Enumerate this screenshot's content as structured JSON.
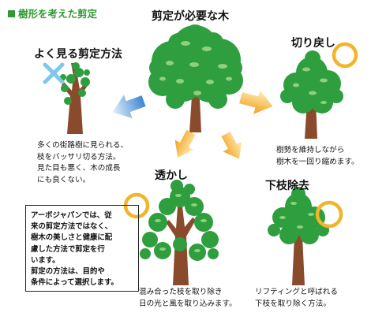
{
  "header": "樹形を考えた剪定",
  "center": {
    "title": "剪定が必要な木"
  },
  "bad_method": {
    "title": "よく見る剪定方法",
    "desc": "多くの街路樹に見られる、\n枝をバッサリ切る方法。\n見た目も悪く、木の成長\nにも良くない。"
  },
  "kirimodoshi": {
    "title": "切り戻し",
    "desc": "樹勢を維持しながら\n樹木を一回り縮めます。"
  },
  "sukashi": {
    "title": "透かし",
    "desc": "混み合った枝を取り除き\n日の光と風を取り込みます。"
  },
  "shitaeda": {
    "title": "下枝除去",
    "desc": "リフティングと呼ばれる\n下枝を取り除く方法。"
  },
  "note": "アーボジャパンでは、従\n来の剪定方法ではなく、\n樹木の美しさと健康に配\n慮した方法で剪定を行\nいます。\n剪定の方法は、目的や\n条件によって選択します。",
  "colors": {
    "leaf": "#2e9e3e",
    "leaf_light": "#8fd07a",
    "trunk": "#8a4a2c",
    "arrow_orange": "#f3a626",
    "arrow_blue": "#4a8fd6",
    "circle": "#f0b52a",
    "cross": "#7fc8ea",
    "header_green": "#2f9a33"
  },
  "icons": {
    "bad_mark": "cross-icon",
    "good_mark": "circle-icon",
    "arrows": "arrow-icon"
  }
}
